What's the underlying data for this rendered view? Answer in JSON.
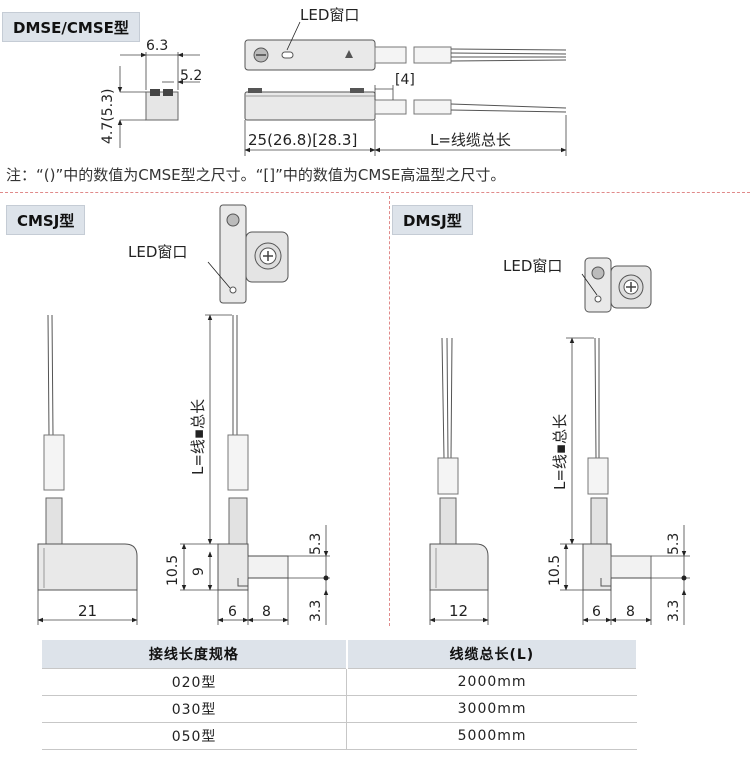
{
  "sections": {
    "dmse_cmse": "DMSE/CMSE型",
    "cmsj": "CMSJ型",
    "dmsj": "DMSJ型"
  },
  "labels": {
    "led_window": "LED窗口",
    "cable_total_length": "L=线缆总长",
    "cable_length_vertical": "L=线▪总长"
  },
  "note": "注：“()”中的数值为CMSE型之尺寸。“[]”中的数值为CMSE高温型之尺寸。",
  "dimensions": {
    "dmse": {
      "width_top": "6.3",
      "slot": "5.2",
      "height": "4.7(5.3)",
      "body_length": "25(26.8)[28.3]",
      "offset": "[4]"
    },
    "cmsj": {
      "height_total": "10.5",
      "height_body": "9",
      "upper": "5.3",
      "lower": "3.3",
      "width": "21",
      "w6": "6",
      "w8": "8"
    },
    "dmsj": {
      "height_total": "10.5",
      "upper": "5.3",
      "lower": "3.3",
      "width": "12",
      "w6": "6",
      "w8": "8"
    }
  },
  "table": {
    "headers": [
      "接线长度规格",
      "线缆总长(L)"
    ],
    "rows": [
      [
        "020型",
        "2000mm"
      ],
      [
        "030型",
        "3000mm"
      ],
      [
        "050型",
        "5000mm"
      ]
    ]
  }
}
